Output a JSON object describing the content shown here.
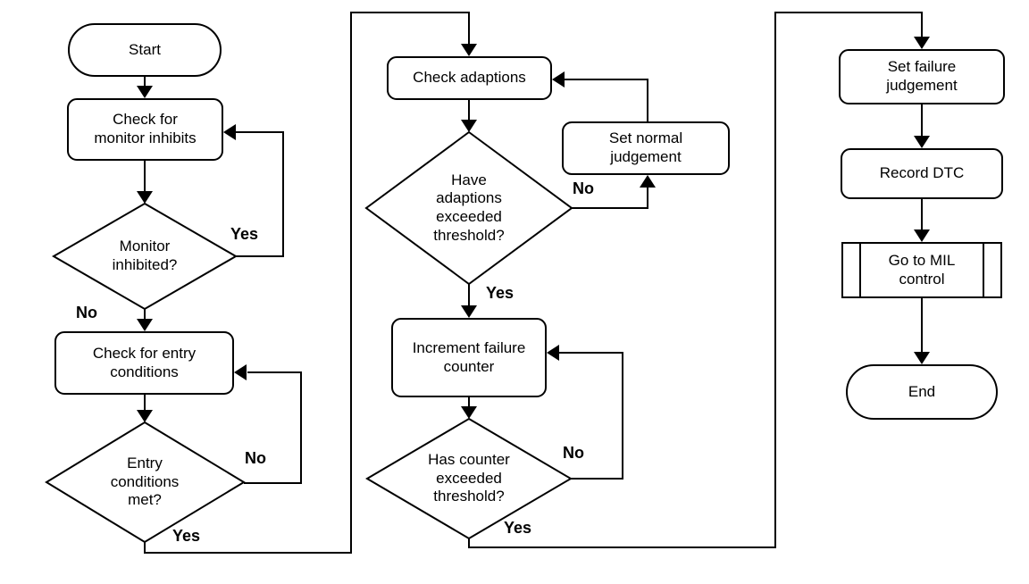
{
  "flowchart": {
    "description": "OBD monitor fault-detection flowchart",
    "colors": {
      "line": "#000000",
      "background": "#ffffff",
      "node_fill": "#ffffff",
      "text": "#000000"
    },
    "nodes": {
      "start": "Start",
      "check_monitor_inhibits": "Check for monitor inhibits",
      "monitor_inhibited": "Monitor inhibited?",
      "check_entry_conditions": "Check for entry conditions",
      "entry_conditions_met": "Entry conditions met?",
      "check_adaptions": "Check adaptions",
      "set_normal_judgement": "Set normal judgement",
      "adaptions_exceeded": "Have adaptions exceeded threshold?",
      "increment_failure_counter": "Increment failure counter",
      "counter_exceeded": "Has counter exceeded threshold?",
      "set_failure_judgement": "Set failure judgement",
      "record_dtc": "Record DTC",
      "go_to_mil_control": "Go to MIL control",
      "end": "End"
    },
    "edge_labels": {
      "monitor_inhibited_yes": "Yes",
      "monitor_inhibited_no": "No",
      "entry_conditions_no": "No",
      "entry_conditions_yes": "Yes",
      "adaptions_exceeded_no": "No",
      "adaptions_exceeded_yes": "Yes",
      "counter_exceeded_no": "No",
      "counter_exceeded_yes": "Yes"
    }
  }
}
